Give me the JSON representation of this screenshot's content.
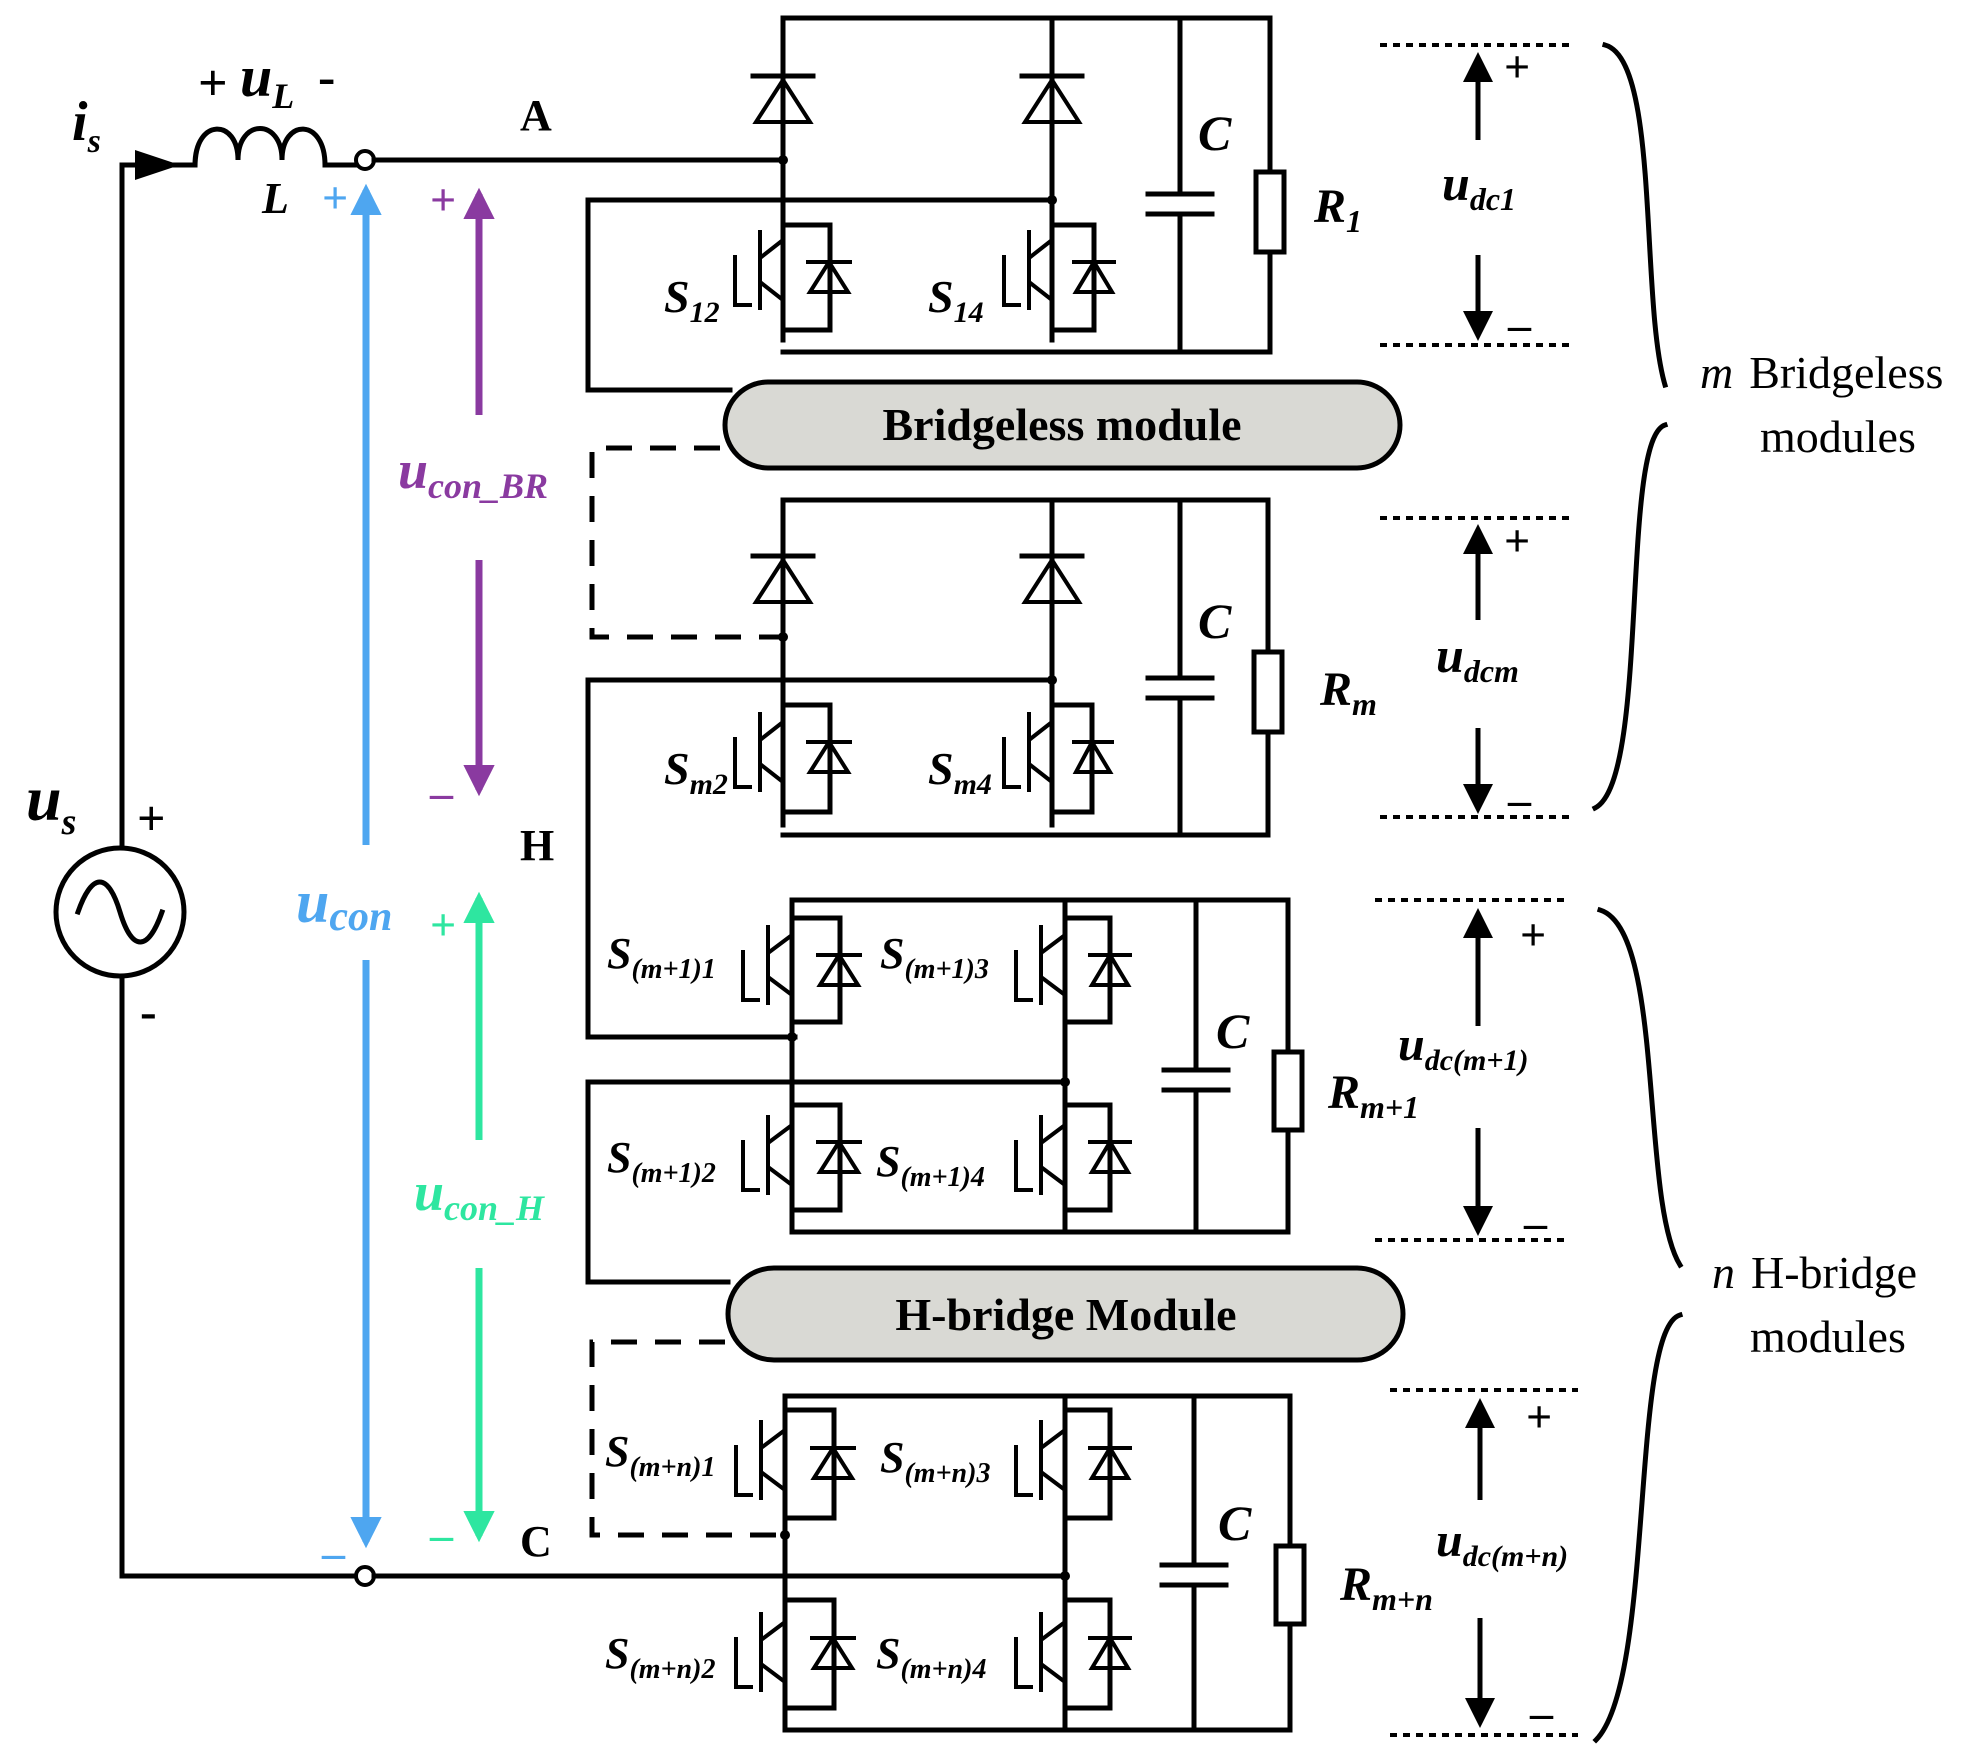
{
  "colors": {
    "wire": "#000000",
    "u_con": "#4ea6f0",
    "u_con_BR": "#8a3aa0",
    "u_con_H": "#2ee6a0",
    "module_fill": "#d9d9d4"
  },
  "source": {
    "current": {
      "main": "i",
      "sub": "s"
    },
    "voltage": {
      "main": "u",
      "sub": "s"
    },
    "plus": "+",
    "minus": "-"
  },
  "inductor": {
    "voltage_plus": "+",
    "voltage": {
      "main": "u",
      "sub": "L"
    },
    "voltage_minus": "-",
    "name": "L"
  },
  "nodes": {
    "a": "A",
    "h": "H",
    "c": "C"
  },
  "converter_voltages": {
    "total": {
      "main": "u",
      "sub": "con"
    },
    "bridgeless": {
      "main": "u",
      "sub": "con_BR"
    },
    "hbridge": {
      "main": "u",
      "sub": "con_H"
    },
    "plus": "+",
    "minus": "–"
  },
  "module_labels": {
    "bridgeless": "Bridgeless module",
    "hbridge": "H-bridge Module"
  },
  "modules": {
    "bridgeless_1": {
      "switch_left": {
        "main": "S",
        "sub": "12"
      },
      "switch_right": {
        "main": "S",
        "sub": "14"
      },
      "capacitor": "C",
      "resistor": {
        "main": "R",
        "sub": "1"
      },
      "dc_voltage": {
        "main": "u",
        "sub": "dc1"
      }
    },
    "bridgeless_m": {
      "switch_left": {
        "main": "S",
        "sub": "m2"
      },
      "switch_right": {
        "main": "S",
        "sub": "m4"
      },
      "capacitor": "C",
      "resistor": {
        "main": "R",
        "sub": "m"
      },
      "dc_voltage": {
        "main": "u",
        "sub": "dcm"
      }
    },
    "hbridge_1": {
      "switch_1": {
        "main": "S",
        "sub": "(m+1)1"
      },
      "switch_3": {
        "main": "S",
        "sub": "(m+1)3"
      },
      "switch_2": {
        "main": "S",
        "sub": "(m+1)2"
      },
      "switch_4": {
        "main": "S",
        "sub": "(m+1)4"
      },
      "capacitor": "C",
      "resistor": {
        "main": "R",
        "sub": "m+1"
      },
      "dc_voltage": {
        "main": "u",
        "sub": "dc(m+1)"
      }
    },
    "hbridge_n": {
      "switch_1": {
        "main": "S",
        "sub": "(m+n)1"
      },
      "switch_3": {
        "main": "S",
        "sub": "(m+n)3"
      },
      "switch_2": {
        "main": "S",
        "sub": "(m+n)2"
      },
      "switch_4": {
        "main": "S",
        "sub": "(m+n)4"
      },
      "capacitor": "C",
      "resistor": {
        "main": "R",
        "sub": "m+n"
      },
      "dc_voltage": {
        "main": "u",
        "sub": "dc(m+n)"
      }
    }
  },
  "dc_polarity": {
    "plus": "+",
    "minus": "–"
  },
  "groups": {
    "bridgeless": {
      "count": "m",
      "line1": "Bridgeless",
      "line2": "modules"
    },
    "hbridge": {
      "count": "n",
      "line1": "H-bridge",
      "line2": "modules"
    }
  }
}
